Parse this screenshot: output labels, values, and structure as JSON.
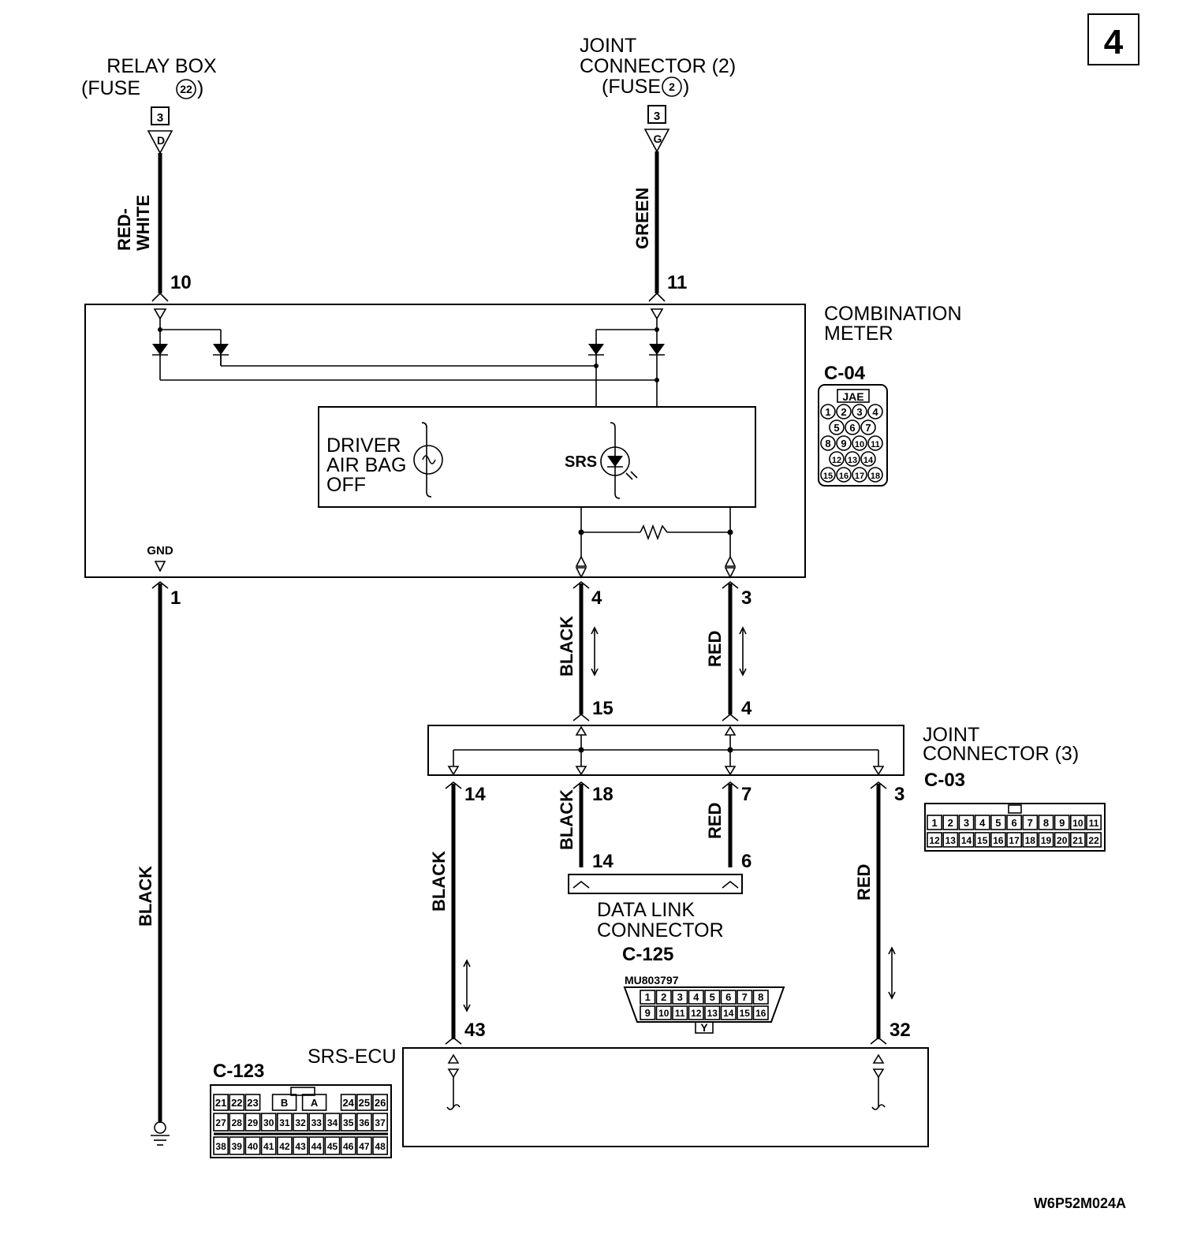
{
  "page_number": "4",
  "diagram_code": "W6P52M024A",
  "relay_box": {
    "line1": "RELAY BOX",
    "line2_pre": "(FUSE",
    "fuse_no": "22",
    "line2_post": ")",
    "ref_box": "3",
    "ref_letter": "D"
  },
  "joint_connector_2": {
    "line1": "JOINT",
    "line2": "CONNECTOR (2)",
    "line3_pre": "(FUSE",
    "fuse_no": "2",
    "line3_post": ")",
    "ref_box": "3",
    "ref_letter": "G"
  },
  "combination_meter": {
    "label_line1": "COMBINATION",
    "label_line2": "METER",
    "connector_id": "C-04",
    "connector_type": "JAE",
    "connector_pins": [
      "1",
      "2",
      "3",
      "4",
      "5",
      "6",
      "7",
      "8",
      "9",
      "10",
      "11",
      "12",
      "13",
      "14",
      "15",
      "16",
      "17",
      "18"
    ],
    "gnd_label": "GND",
    "lamp_driver_line1": "DRIVER",
    "lamp_driver_line2": "AIR BAG",
    "lamp_driver_line3": "OFF",
    "lamp_srs": "SRS"
  },
  "wires": {
    "red_white_line1": "RED-",
    "red_white_line2": "WHITE",
    "green": "GREEN",
    "black": "BLACK",
    "red": "RED"
  },
  "pins": {
    "meter_10": "10",
    "meter_11": "11",
    "meter_1": "1",
    "meter_4": "4",
    "meter_3": "3",
    "jc3_15": "15",
    "jc3_4": "4",
    "jc3_14": "14",
    "jc3_18": "18",
    "jc3_7": "7",
    "jc3_3": "3",
    "dlc_14": "14",
    "dlc_6": "6",
    "ecu_43": "43",
    "ecu_32": "32"
  },
  "joint_connector_3": {
    "line1": "JOINT",
    "line2": "CONNECTOR (3)",
    "connector_id": "C-03",
    "row1": [
      "1",
      "2",
      "3",
      "4",
      "5",
      "6",
      "7",
      "8",
      "9",
      "10",
      "11"
    ],
    "row2": [
      "12",
      "13",
      "14",
      "15",
      "16",
      "17",
      "18",
      "19",
      "20",
      "21",
      "22"
    ]
  },
  "data_link_connector": {
    "line1": "DATA LINK",
    "line2": "CONNECTOR",
    "connector_id": "C-125",
    "part_no": "MU803797",
    "row1": [
      "1",
      "2",
      "3",
      "4",
      "5",
      "6",
      "7",
      "8"
    ],
    "row2": [
      "9",
      "10",
      "11",
      "12",
      "13",
      "14",
      "15",
      "16"
    ],
    "key": "Y"
  },
  "srs_ecu": {
    "label": "SRS-ECU",
    "connector_id": "C-123",
    "row1": [
      "21",
      "22",
      "23",
      "B",
      "A",
      "24",
      "25",
      "26"
    ],
    "row2": [
      "27",
      "28",
      "29",
      "30",
      "31",
      "32",
      "33",
      "34",
      "35",
      "36",
      "37"
    ],
    "row3": [
      "38",
      "39",
      "40",
      "41",
      "42",
      "43",
      "44",
      "45",
      "46",
      "47",
      "48"
    ]
  }
}
